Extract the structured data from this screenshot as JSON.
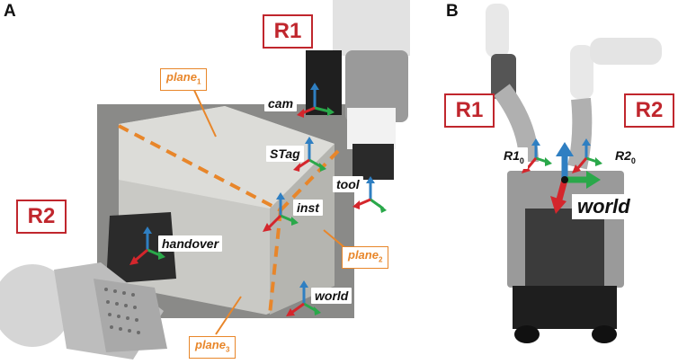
{
  "panels": {
    "a": "A",
    "b": "B"
  },
  "robots": {
    "r1_a": "R1",
    "r2_a": "R2",
    "r1_b": "R1",
    "r2_b": "R2"
  },
  "frames_a": {
    "cam": "cam",
    "stag": "STag",
    "tool": "tool",
    "inst": "inst",
    "handover": "handover",
    "world": "world"
  },
  "planes": {
    "plane1": "plane",
    "plane1_sub": "1",
    "plane2": "plane",
    "plane2_sub": "2",
    "plane3": "plane",
    "plane3_sub": "3"
  },
  "frames_b": {
    "r1_0": "R1",
    "r1_0_sub": "0",
    "r2_0": "R2",
    "r2_0_sub": "0",
    "world": "world"
  },
  "colors": {
    "x_axis": "#2aa84a",
    "y_axis": "#d4262c",
    "z_axis": "#2f7fc2",
    "plane_line": "#e8862a",
    "label_red": "#c0262d"
  }
}
